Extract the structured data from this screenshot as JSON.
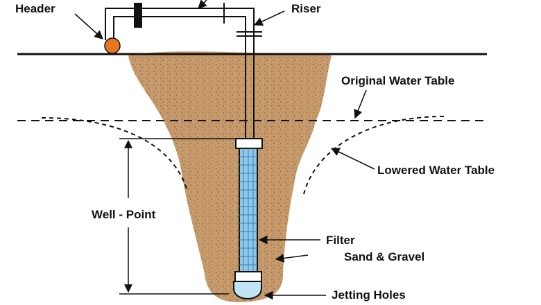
{
  "labels": {
    "header": "Header",
    "riser": "Riser",
    "original_water_table": "Original Water Table",
    "lowered_water_table": "Lowered Water Table",
    "well_point": "Well - Point",
    "filter": "Filter",
    "sand_gravel": "Sand & Gravel",
    "jetting_holes": "Jetting Holes"
  },
  "colors": {
    "soil": "#c69a6b",
    "soil_speckle": "#8a6440",
    "header_ball": "#e8761e",
    "filter_fill": "#8ec8e8",
    "filter_grid": "#3f7fb5",
    "tip_fill": "#bfe4f3",
    "pipe_fill": "#ffffff",
    "line": "#111111"
  }
}
